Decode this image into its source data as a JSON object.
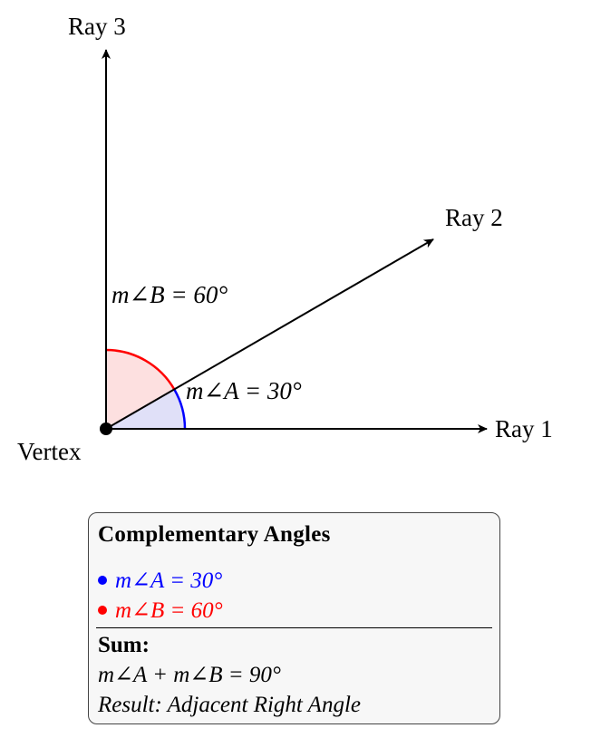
{
  "diagram": {
    "vertex_label": "Vertex",
    "rays": [
      {
        "label": "Ray 1",
        "angle_deg": 0
      },
      {
        "label": "Ray 2",
        "angle_deg": 30
      },
      {
        "label": "Ray 3",
        "angle_deg": 90
      }
    ],
    "angle_a": {
      "label": "m∠A = 30°",
      "measure_deg": 30,
      "color": "#0000ff",
      "fill": "#e0e0f8"
    },
    "angle_b": {
      "label": "m∠B = 60°",
      "measure_deg": 60,
      "color": "#ff0000",
      "fill": "#fde0e0"
    }
  },
  "info_box": {
    "title": "Complementary Angles",
    "items": [
      {
        "text": "m∠A = 30°",
        "color": "#0000ff"
      },
      {
        "text": "m∠B = 60°",
        "color": "#ff0000"
      }
    ],
    "sum_title": "Sum:",
    "sum_equation": "m∠A + m∠B = 90°",
    "result": "Result: Adjacent Right Angle"
  }
}
